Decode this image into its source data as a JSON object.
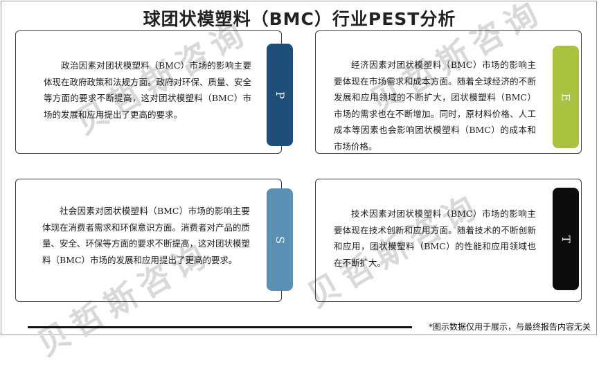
{
  "title": "球团状模塑料（BMC）行业PEST分析",
  "watermark": "贝哲斯咨询",
  "footnote": "*图示数据仅用于展示，与最终报告内容无关",
  "quadrants": [
    {
      "letter": "P",
      "tab_color": "#1f4e79",
      "text_color": "#ffffff",
      "text": "政治因素对团状模塑料（BMC）市场的影响主要体现在政府政策和法规方面。政府对环保、质量、安全等方面的要求不断提高，这对团状模塑料（BMC）市场的发展和应用提出了更高的要求。"
    },
    {
      "letter": "E",
      "tab_color": "#a9c23f",
      "text_color": "#ffffff",
      "text": "经济因素对团状模塑料（BMC）市场的影响主要体现在市场需求和成本方面。随着全球经济的不断发展和应用领域的不断扩大，团状模塑料（BMC）市场的需求也在不断增加。同时，原材料价格、人工成本等因素也会影响团状模塑料（BMC）的成本和市场价格。"
    },
    {
      "letter": "S",
      "tab_color": "#5b8fb4",
      "text_color": "#ffffff",
      "text": "社会因素对团状模塑料（BMC）市场的影响主要体现在消费者需求和环保意识方面。消费者对产品的质量、安全、环保等方面的要求不断提高，这对团状模塑料（BMC）市场的发展和应用提出了更高的要求。"
    },
    {
      "letter": "T",
      "tab_color": "#0d0d0d",
      "text_color": "#ffffff",
      "text": "技术因素对团状模塑料（BMC）市场的影响主要体现在技术创新和应用方面。随着技术的不断创新和应用，团状模塑料（BMC）的性能和应用领域也在不断扩大。"
    }
  ]
}
